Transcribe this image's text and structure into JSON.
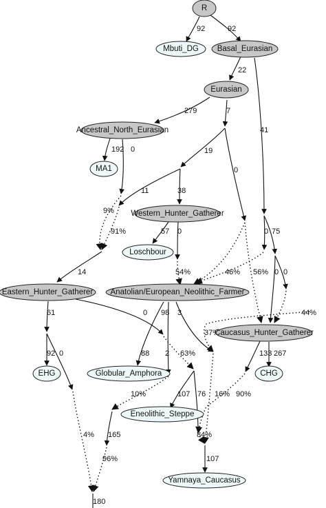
{
  "nodes": {
    "R": "R",
    "Mbuti_DG": "Mbuti_DG",
    "Basal_Eurasian": "Basal_Eurasian",
    "Eurasian": "Eurasian",
    "Ancestral_North_Eurasian": "Ancestral_North_Eurasian",
    "MA1": "MA1",
    "Western_Hunter_Gatherer": "Western_Hunter_Gatherer",
    "Loschbour": "Loschbour",
    "Eastern_Hunter_Gatherer": "Eastern_Hunter_Gatherer",
    "Anatolian_European_Neolithic_Farmer": "Anatolian/European_Neolithic_Farmer",
    "Caucasus_Hunter_Gatherer": "Caucasus_Hunter_Gatherer",
    "EHG": "EHG",
    "Globular_Amphora": "Globular_Amphora",
    "CHG": "CHG",
    "Eneolithic_Steppe": "Eneolithic_Steppe",
    "Yamnaya_Caucasus": "Yamnaya_Caucasus"
  },
  "edge_labels": {
    "r_mbuti": "92",
    "r_basal": "92",
    "basal_eurasian": "22",
    "basal_right": "41",
    "eur_ane": "279",
    "eur_right": "7",
    "ane_ma1": "192",
    "ane_zero": "0",
    "b1_19": "19",
    "b1_zero": "0",
    "b2_11": "11",
    "b2_38": "38",
    "pct_9": "9%",
    "pct_91": "91%",
    "whg_57": "57",
    "whg_zero": "0",
    "ehg_14": "14",
    "pct_54": "54%",
    "pct_46": "46%",
    "pct_56": "56%",
    "b4_zero": "0",
    "b4_75": "75",
    "b5_zero_a": "0",
    "b5_zero_b": "0",
    "pct_44": "44%",
    "ehg_61": "61",
    "ehg_zero": "0",
    "ehg_92": "92",
    "ehg_zero_b": "0",
    "anf_98": "98",
    "anf_3": "3",
    "anf_88": "88",
    "anf_2": "2",
    "pct_63": "63%",
    "pct_37": "37%",
    "chg_133": "133",
    "chg_267": "267",
    "pct_10": "10%",
    "n107_a": "107",
    "n76": "76",
    "pct_16": "16%",
    "pct_90": "90%",
    "pct_4": "4%",
    "n165": "165",
    "pct_84": "84%",
    "n107_b": "107",
    "pct_96": "96%",
    "n180": "180"
  }
}
